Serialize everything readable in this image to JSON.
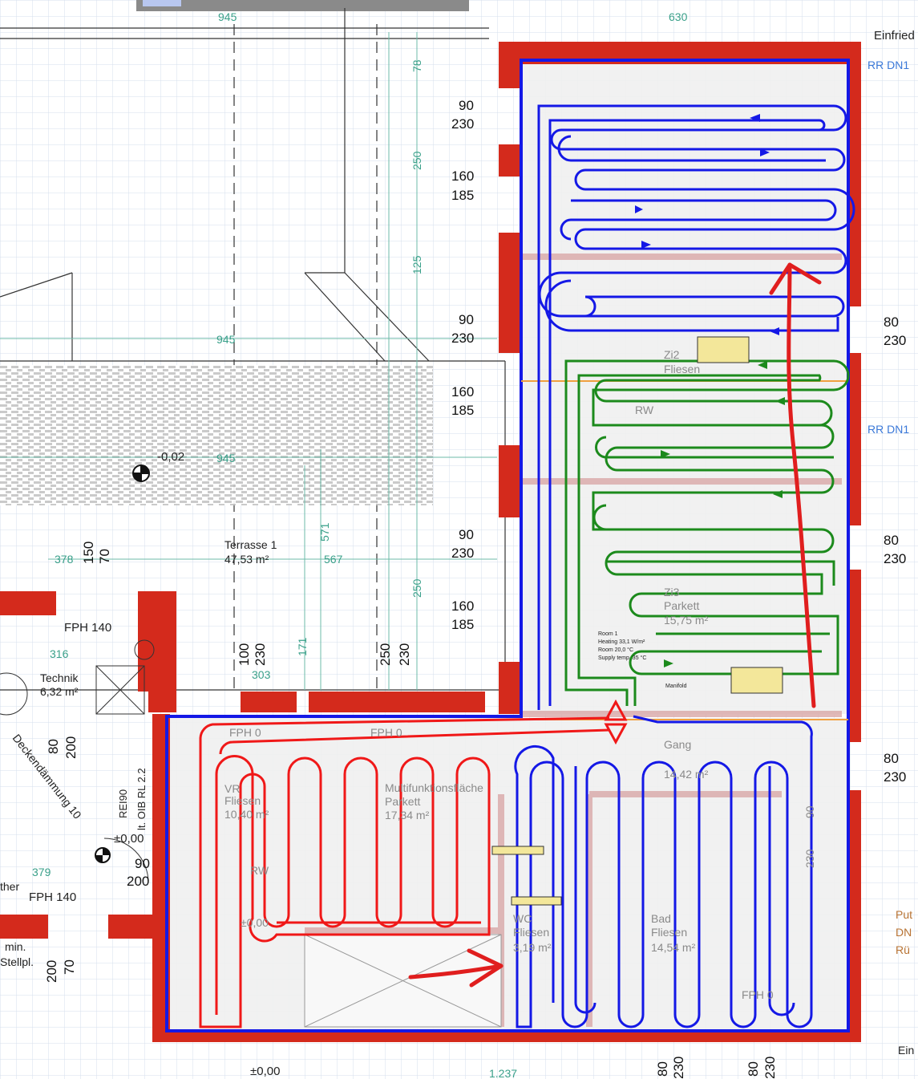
{
  "colors": {
    "wall": "#d42a1c",
    "circuit_blue": "#1418e6",
    "circuit_green": "#1c8a1c",
    "circuit_red": "#f01818",
    "annotation": "#e01e1e",
    "grid": "#c9d6e6",
    "dim_green": "#3aa08a"
  },
  "header": {
    "top_dim_left": "945",
    "top_dim_right": "630",
    "top_right_cut": "Einfried"
  },
  "dims_right_outer": [
    {
      "a": "80",
      "b": "230"
    },
    {
      "a": "80",
      "b": "230"
    },
    {
      "a": "80",
      "b": "230"
    }
  ],
  "dims_left_of_block": [
    {
      "a": "90",
      "b": "230"
    },
    {
      "a": "160",
      "b": "185"
    },
    {
      "a": "90",
      "b": "230"
    },
    {
      "a": "160",
      "b": "185"
    },
    {
      "a": "90",
      "b": "230"
    },
    {
      "a": "160",
      "b": "185"
    }
  ],
  "rooms": {
    "terrasse": {
      "name": "Terrasse 1",
      "area": "47,53 m²"
    },
    "technik": {
      "name": "Technik",
      "area": "6,32 m²"
    },
    "level_terrace": "-0,02",
    "level_1": "±0,00",
    "level_2": "±0,00",
    "level_3": "±0,00",
    "fph140_a": "FPH 140",
    "fph140_b": "FPH 140",
    "fph0_a": "FPH 0",
    "fph0_b": "FPH 0",
    "fph0_c": "FPH 0",
    "gang": "Gang",
    "gang_area": "14,42 m²",
    "zi3": "Zi3",
    "zi3_floor": "Parkett",
    "zi3_area": "15,75 m²",
    "zi2": "Zi2",
    "zi2_floor": "Fliesen",
    "rw_1": "RW",
    "rw_2": "RW",
    "vr": "VR",
    "vr_floor": "Fliesen",
    "vr_area": "10,40 m²",
    "multi": "Multifunktionsfläche",
    "multi_floor": "Parkett",
    "multi_area": "17,34 m²",
    "bad": "Bad",
    "bad_floor": "Fliesen",
    "bad_area": "14,54 m²",
    "wc": "WC",
    "wc_floor": "Fliesen",
    "wc_area": "3,19 m²",
    "deckendaemmung": "Deckendämmung 10",
    "rei90": "REI90",
    "oib": "lt. OIB RL 2.2",
    "rr_dn1": "RR DN1",
    "rr_dn1_b": "RR DN1",
    "put": "Put",
    "dn": "DN",
    "ru": "Rü",
    "ther": "ther",
    "min": "min.",
    "stellpl": "Stellpl.",
    "ein": "Ein",
    "manifold_note": "Manifold",
    "room_note_1": "Room 1",
    "room_note_2": "Heating 33,1 W/m²",
    "room_note_3": "Room 20,0 °C",
    "room_note_4": "Supply temp. 35 °C"
  },
  "dims_misc": {
    "d378": "378",
    "d150": "150",
    "d70": "70",
    "d316": "316",
    "d945b": "945",
    "d945c": "945",
    "d567": "567",
    "d5715": "571",
    "d171": "171",
    "d303": "303",
    "d100": "100",
    "d230a": "230",
    "d250a": "250",
    "d230b": "230",
    "d80": "80",
    "d200": "200",
    "d90": "90",
    "d200b": "200",
    "d379": "379",
    "d200c": "200",
    "d70b": "70",
    "d78": "78",
    "d250": "250",
    "d125": "125",
    "d250b": "250",
    "d1237": "1.237",
    "d80b": "80",
    "d230c": "230",
    "d80c": "80",
    "d230d": "230",
    "d90b": "90",
    "d230e": "230"
  }
}
